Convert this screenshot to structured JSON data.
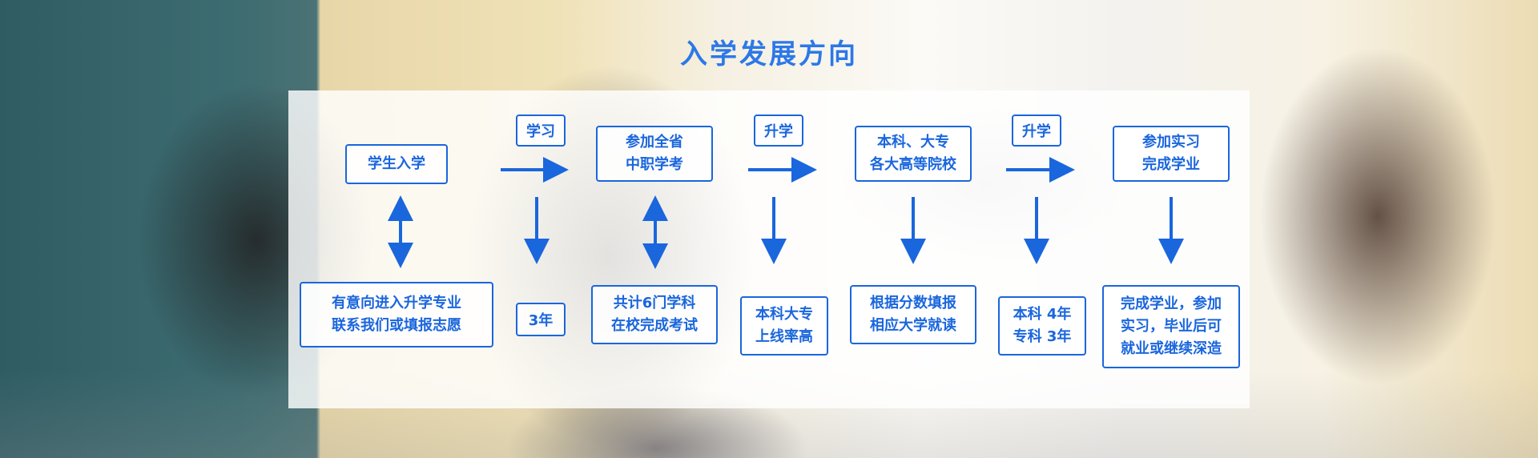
{
  "title": "入学发展方向",
  "colors": {
    "accent": "#1a66dd",
    "title": "#2c78e8"
  },
  "steps": [
    {
      "label": "学生入学",
      "detail": "有意向进入升学专业\n联系我们或填报志愿"
    },
    {
      "label": "参加全省\n中职学考",
      "detail": "共计6门学科\n在校完成考试"
    },
    {
      "label": "本科、大专\n各大高等院校",
      "detail": "根据分数填报\n相应大学就读"
    },
    {
      "label": "参加实习\n完成学业",
      "detail": "完成学业，参加\n实习，毕业后可\n就业或继续深造"
    }
  ],
  "connectors": [
    {
      "tag": "学习",
      "detail": "3年"
    },
    {
      "tag": "升学",
      "detail": "本科大专\n上线率高"
    },
    {
      "tag": "升学",
      "detail": "本科 4年\n专科 3年"
    }
  ]
}
